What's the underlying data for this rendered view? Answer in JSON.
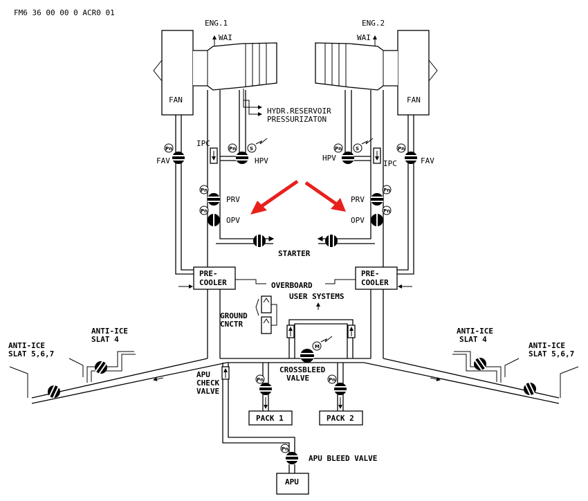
{
  "doc_code": "FM6 36 00 00 0 ACR0 01",
  "engines": {
    "left": {
      "name": "ENG.1",
      "fan": "FAN",
      "wai": "WAI"
    },
    "right": {
      "name": "ENG.2",
      "fan": "FAN",
      "wai": "WAI"
    }
  },
  "labels": {
    "hydr_reservoir_1": "HYDR.RESERVOIR",
    "hydr_reservoir_2": "PRESSURIZATON",
    "ipc": "IPC",
    "hpv": "HPV",
    "fav": "FAV",
    "prv": "PRV",
    "opv": "OPV",
    "starter": "STARTER",
    "precooler_1": "PRE-",
    "precooler_2": "COOLER",
    "overboard": "OVERBOARD",
    "user_systems": "USER SYSTEMS",
    "ground_cnctr_1": "GROUND",
    "ground_cnctr_2": "CNCTR",
    "anti_ice_slat4_1": "ANTI-ICE",
    "anti_ice_slat4_2": "SLAT 4",
    "anti_ice_slat567_1": "ANTI-ICE",
    "anti_ice_slat567_2": "SLAT 5,6,7",
    "apu_check_1": "APU",
    "apu_check_2": "CHECK",
    "apu_check_3": "VALVE",
    "crossbleed_1": "CROSSBLEED",
    "crossbleed_2": "VALVE",
    "pack1": "PACK 1",
    "pack2": "PACK 2",
    "apu_bleed_valve": "APU BLEED VALVE",
    "apu": "APU",
    "pn": "Pn",
    "s": "S",
    "m": "M"
  },
  "colors": {
    "line": "#000000",
    "arrow": "#e8201c"
  }
}
